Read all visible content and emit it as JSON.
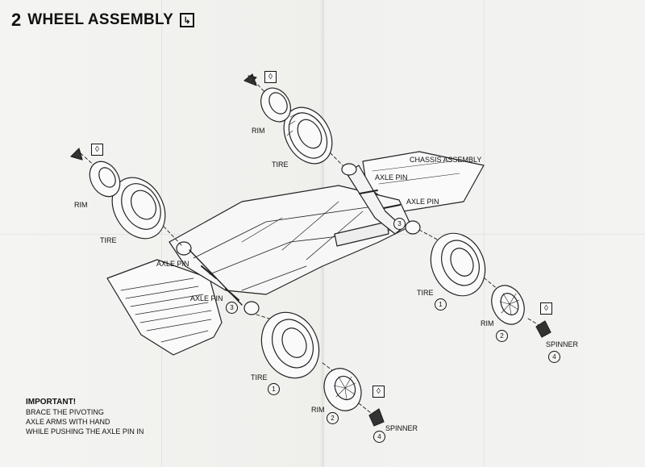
{
  "title": {
    "number": "2",
    "text": "WHEEL ASSEMBLY",
    "icon": "manual-icon"
  },
  "labels": {
    "chassis": "CHASSIS ASSEMBLY",
    "axle_pin": "AXLE PIN",
    "rim": "RIM",
    "tire": "TIRE",
    "spinner": "SPINNER"
  },
  "steps": {
    "tire": "1",
    "rim": "2",
    "axle_pin": "3",
    "spinner": "4"
  },
  "glue_icon": "glue-drop-icon",
  "important": {
    "heading": "IMPORTANT!",
    "lines": [
      "BRACE THE PIVOTING",
      "AXLE ARMS WITH HAND",
      "WHILE PUSHING THE AXLE PIN IN"
    ]
  }
}
